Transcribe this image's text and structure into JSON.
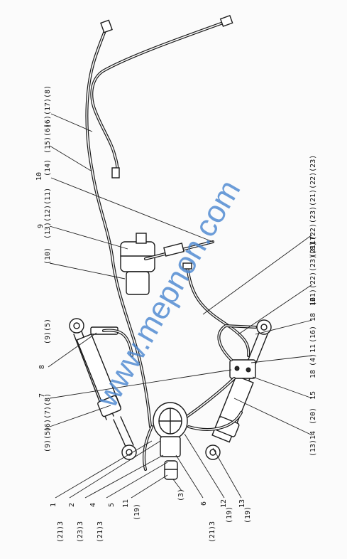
{
  "watermark": "www.mepnon.com",
  "callouts": {
    "c_6_17_8": "(6)(17)(8)",
    "c_15_6": "(15)(6)",
    "c_10": "10",
    "c_14": "(14)",
    "c_9": "9",
    "c_12_11": "(13)(12)(11)",
    "c_10b": "(10)",
    "c_17": "17",
    "c_1_2_3_2_8": "(21)(22)(23)(21)(22)(23)",
    "c_3_2_8": "(21)(22)(23)(8)",
    "c_16": "16",
    "c_18": "18",
    "c_11": "11",
    "c_16b": "(16)",
    "c_4": "(4)",
    "c_18b": "18",
    "c_20": "(20)",
    "c_15": "15",
    "c_14b": "14",
    "c_13": "(13)",
    "c_9_5": "(9)(5)",
    "c_8": "8",
    "c_7": "7",
    "c_6_7_8": "(6)(7)(8)",
    "c_9_5b": "(9)(5)",
    "c_1": "1",
    "c_2": "2",
    "c_4b": "4",
    "c_5": "5",
    "c_11b": "11",
    "c_19": "(19)",
    "c_3": "(3)",
    "c_6": "6",
    "c_12": "12",
    "c_19b": "(19)",
    "c_13b": "13",
    "c_19c": "(19)",
    "s_21_3a": "(21)3",
    "s_23_3": "(23)3",
    "s_21_3b": "(21)3",
    "s_21_3c": "(21)3"
  }
}
